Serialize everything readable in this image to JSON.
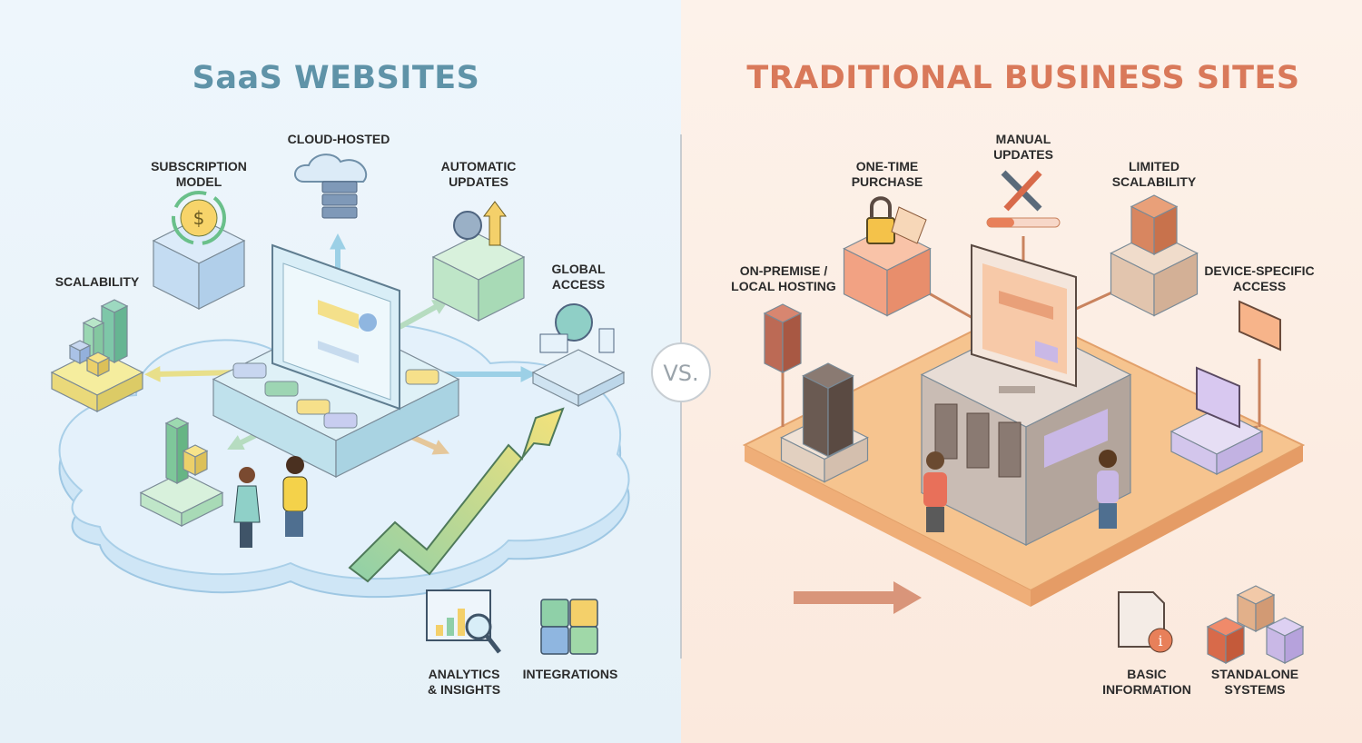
{
  "left": {
    "title": "SaaS WEBSITES",
    "title_color": "#5f93a8",
    "background": "#eaf4fb",
    "labels": {
      "cloud_hosted": [
        "CLOUD-HOSTED"
      ],
      "subscription_model": [
        "SUBSCRIPTION",
        "MODEL"
      ],
      "automatic_updates": [
        "AUTOMATIC",
        "UPDATES"
      ],
      "global_access": [
        "GLOBAL",
        "ACCESS"
      ],
      "scalability": [
        "SCALABILITY"
      ],
      "analytics_insights": [
        "ANALYTICS",
        "& INSIGHTS"
      ],
      "integrations": [
        "INTEGRATIONS"
      ]
    }
  },
  "divider": {
    "vs_label": "VS."
  },
  "right": {
    "title": "TRADITIONAL BUSINESS SITES",
    "title_color": "#d9795a",
    "background": "#fcefe6",
    "labels": {
      "manual_updates": [
        "MANUAL",
        "UPDATES"
      ],
      "one_time_purchase": [
        "ONE-TIME",
        "PURCHASE"
      ],
      "limited_scalability": [
        "LIMITED",
        "SCALABILITY"
      ],
      "on_premise_hosting": [
        "ON-PREMISE /",
        "LOCAL HOSTING"
      ],
      "device_specific_access": [
        "DEVICE-SPECIFIC",
        "ACCESS"
      ],
      "basic_information": [
        "BASIC",
        "INFORMATION"
      ],
      "standalone_systems": [
        "STANDALONE",
        "SYSTEMS"
      ]
    }
  }
}
